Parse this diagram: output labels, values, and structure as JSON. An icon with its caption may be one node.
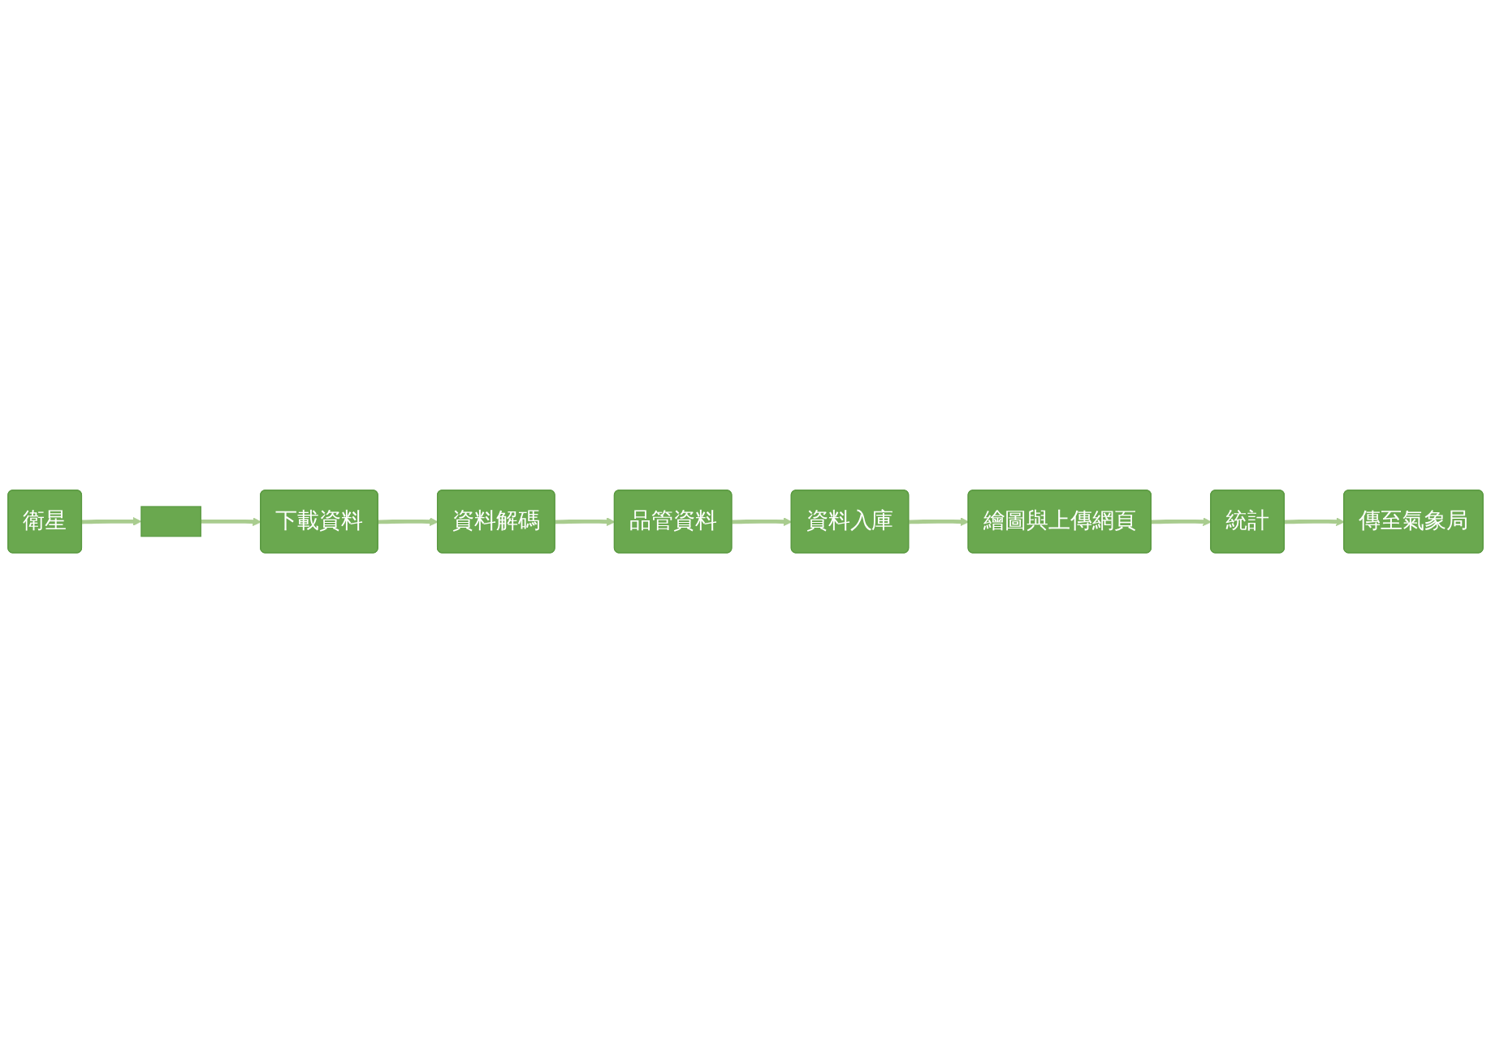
{
  "diagram": {
    "nodes": [
      {
        "text": [
          "衛星"
        ]
      },
      {
        "text": [],
        "shape": "box"
      },
      {
        "text": [
          "下載資料"
        ]
      },
      {
        "text": [
          "資料解碼"
        ]
      },
      {
        "text": [
          "品管資料"
        ]
      },
      {
        "text": [
          "資料入庫"
        ]
      },
      {
        "text": [
          "繪圖與上傳網頁"
        ]
      },
      {
        "text": [
          "統計"
        ]
      },
      {
        "text": [
          "傳至氣象局"
        ]
      }
    ],
    "edges": [
      {
        "from": 0,
        "to": 1,
        "arrow": "to"
      },
      {
        "from": 1,
        "to": 2,
        "arrow": "to"
      },
      {
        "from": 2,
        "to": 3,
        "arrow": "to"
      },
      {
        "from": 3,
        "to": 4,
        "arrow": "to"
      },
      {
        "from": 4,
        "to": 5,
        "arrow": "to"
      },
      {
        "from": 5,
        "to": 6,
        "arrow": "to"
      },
      {
        "from": 6,
        "to": 7,
        "arrow": "to"
      },
      {
        "from": 7,
        "to": 8,
        "arrow": "to"
      }
    ]
  }
}
